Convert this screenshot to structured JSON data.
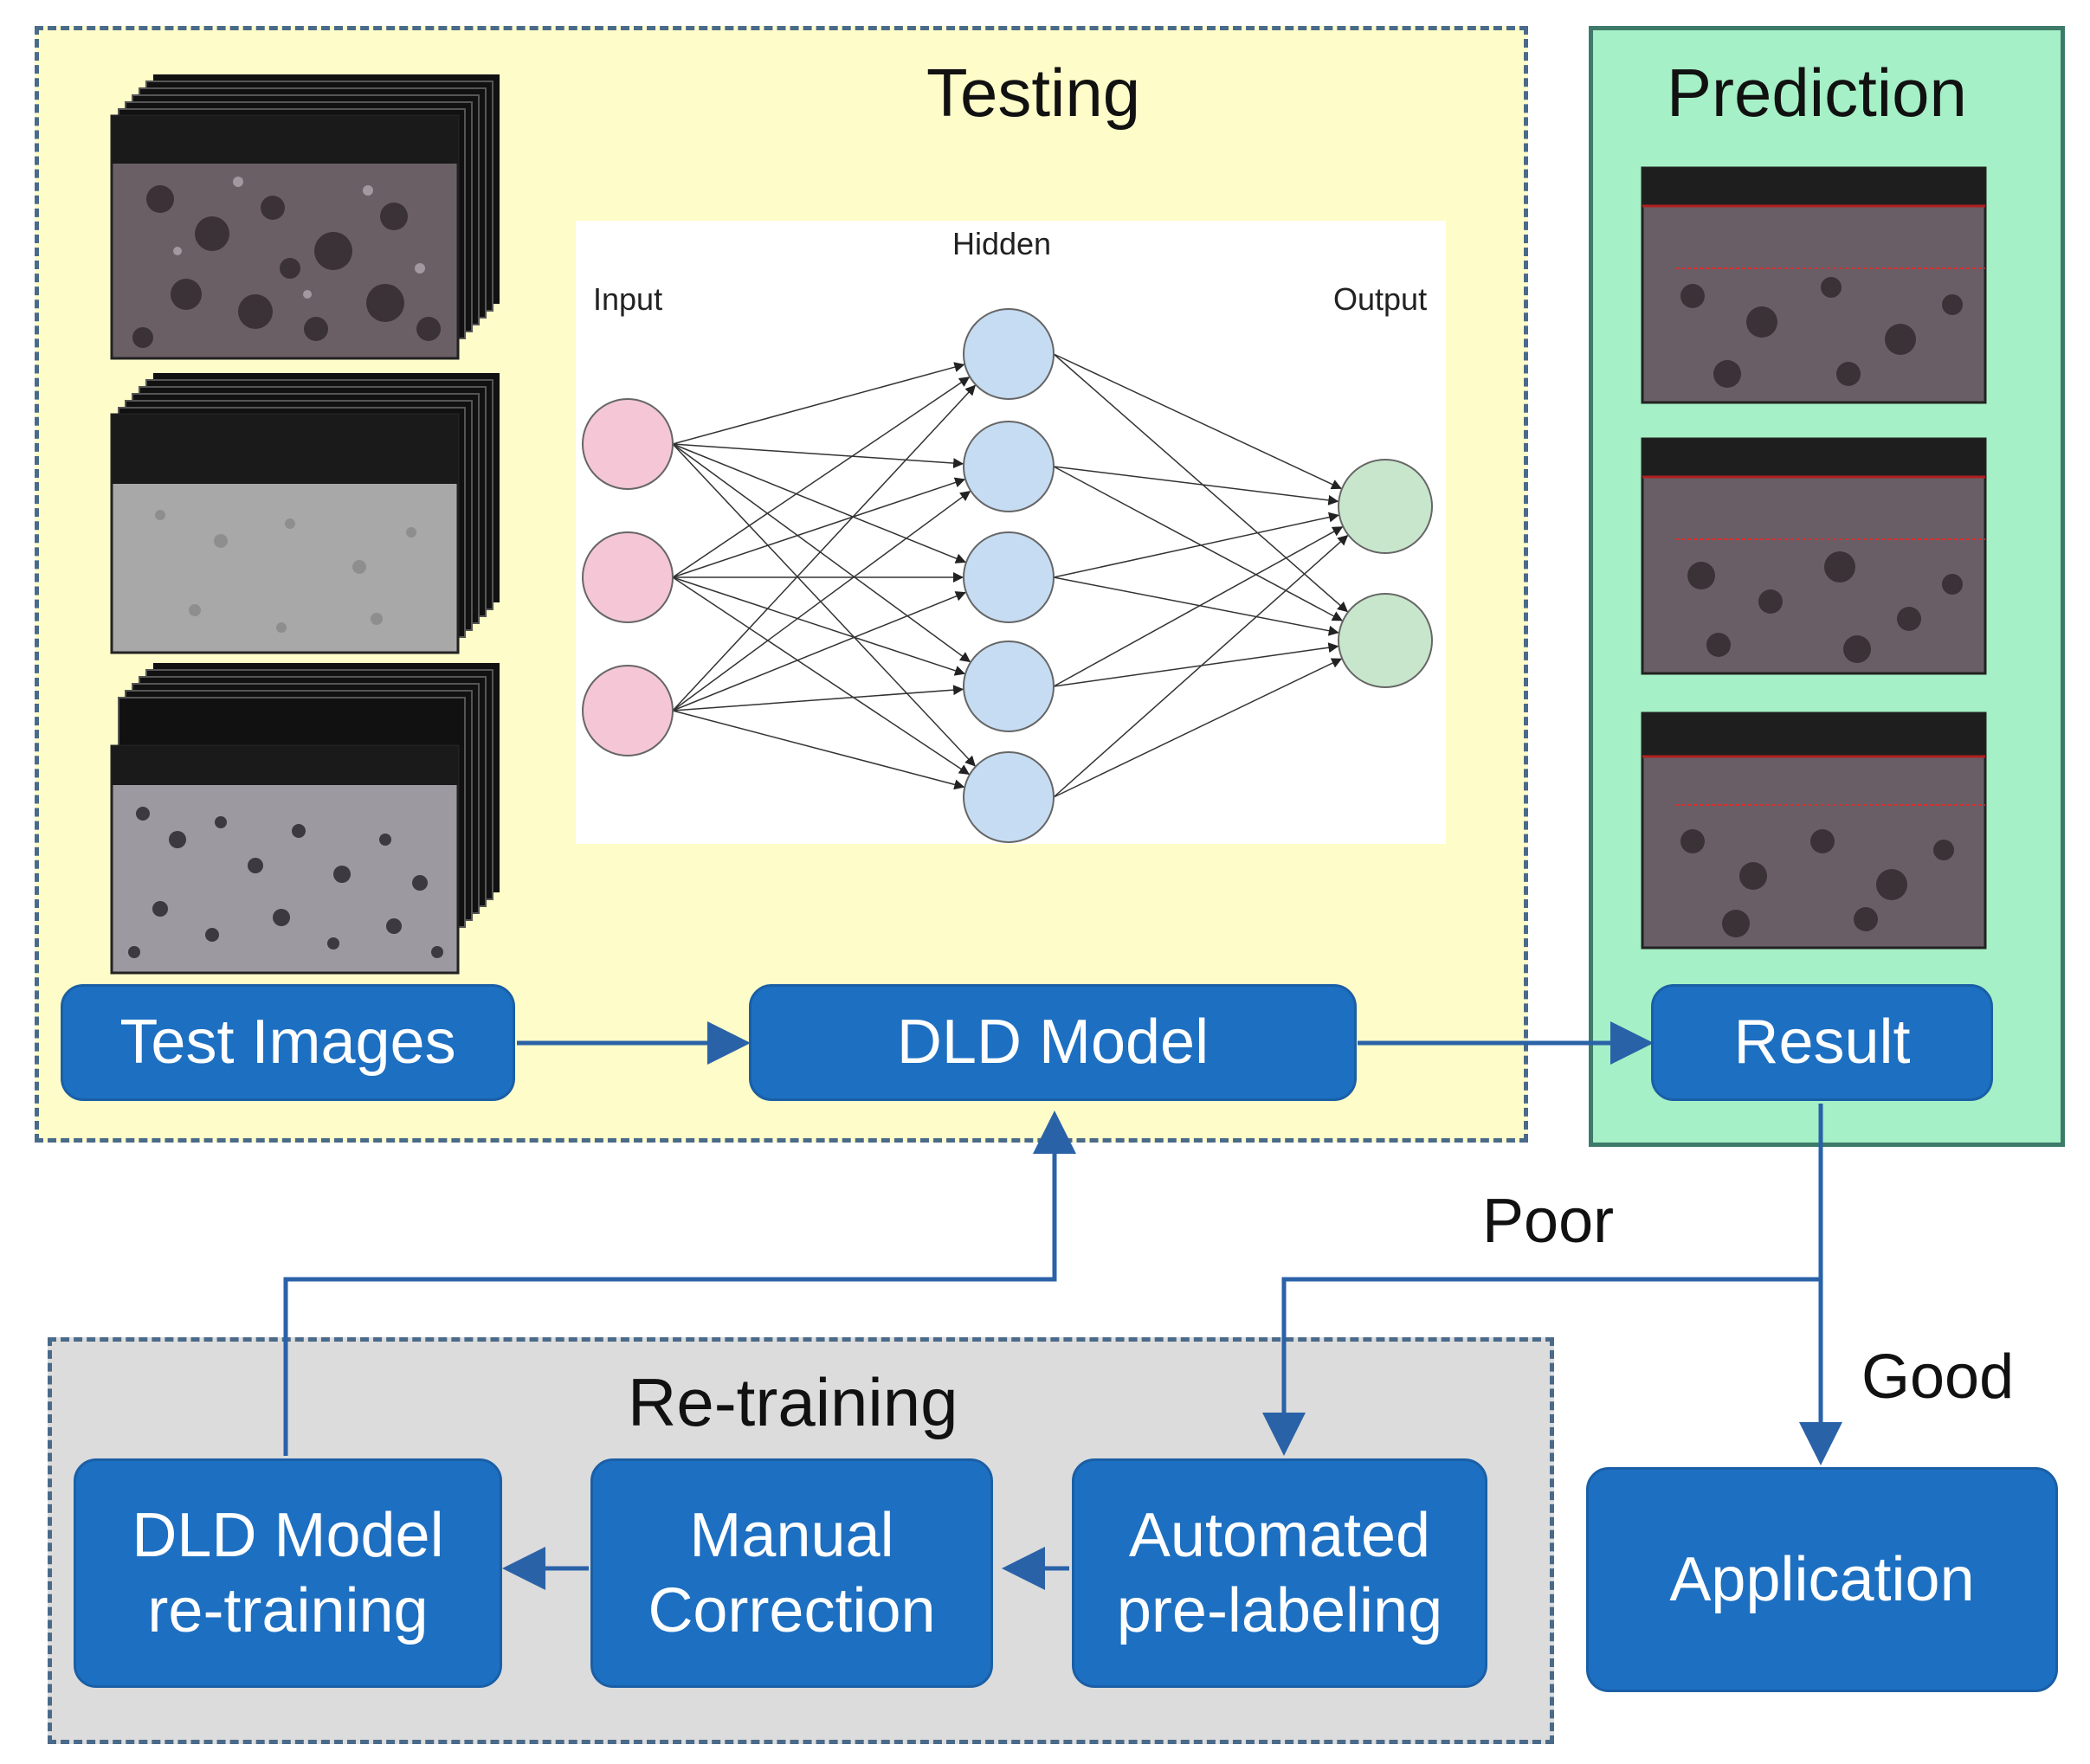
{
  "panels": {
    "testing": {
      "title": "Testing"
    },
    "prediction": {
      "title": "Prediction"
    },
    "retraining": {
      "title": "Re-training"
    }
  },
  "boxes": {
    "test_images": "Test Images",
    "dld_model": "DLD Model",
    "result": "Result",
    "application": "Application",
    "dld_retraining": [
      "DLD Model",
      "re-training"
    ],
    "manual_correction": [
      "Manual",
      "Correction"
    ],
    "automated_prelabeling": [
      "Automated",
      "pre-labeling"
    ]
  },
  "flow_labels": {
    "poor": "Poor",
    "good": "Good"
  },
  "network": {
    "input_label": "Input",
    "hidden_label": "Hidden",
    "output_label": "Output",
    "layers": [
      3,
      5,
      2
    ],
    "colors": {
      "input": "#f4c6d6",
      "hidden": "#c6dcf2",
      "output": "#c8e6cc"
    }
  },
  "colors": {
    "box_fill": "#1d6fc1",
    "arrow": "#2a62a8",
    "testing_bg": "#fefdc9",
    "prediction_bg": "#a5f0c6",
    "retraining_bg": "#dcdcdc"
  }
}
